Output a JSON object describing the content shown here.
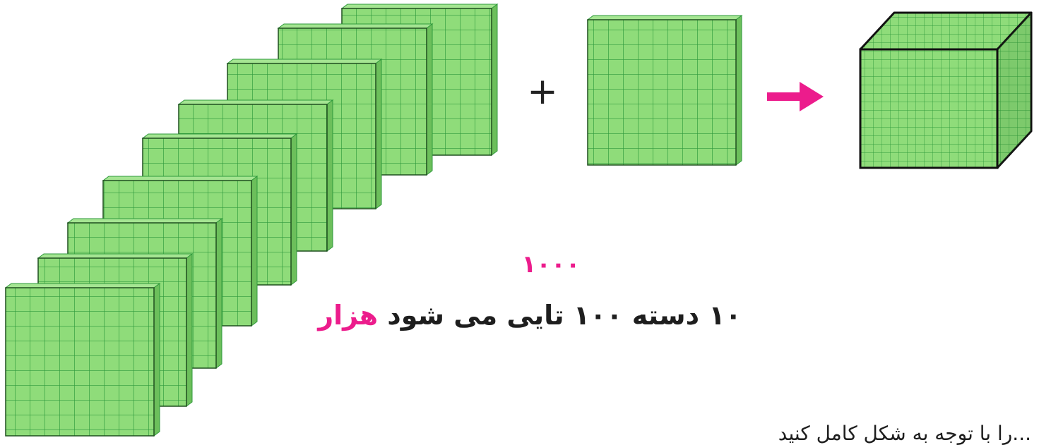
{
  "operator_symbol": "+",
  "number_label": "۱۰۰۰",
  "caption": {
    "prefix": "۱۰ دسته ۱۰۰ تایی می شود ",
    "highlight": "هزار"
  },
  "bottom_text": "...را با توجه به شکل کامل کنید",
  "colors": {
    "block_fill": "#8fdc7a",
    "grid_line": "#2f9a3c",
    "accent": "#ec1c8c"
  },
  "icons": [
    "hundred-flat-icon",
    "plus-icon",
    "arrow-right-icon",
    "thousand-cube-icon"
  ]
}
